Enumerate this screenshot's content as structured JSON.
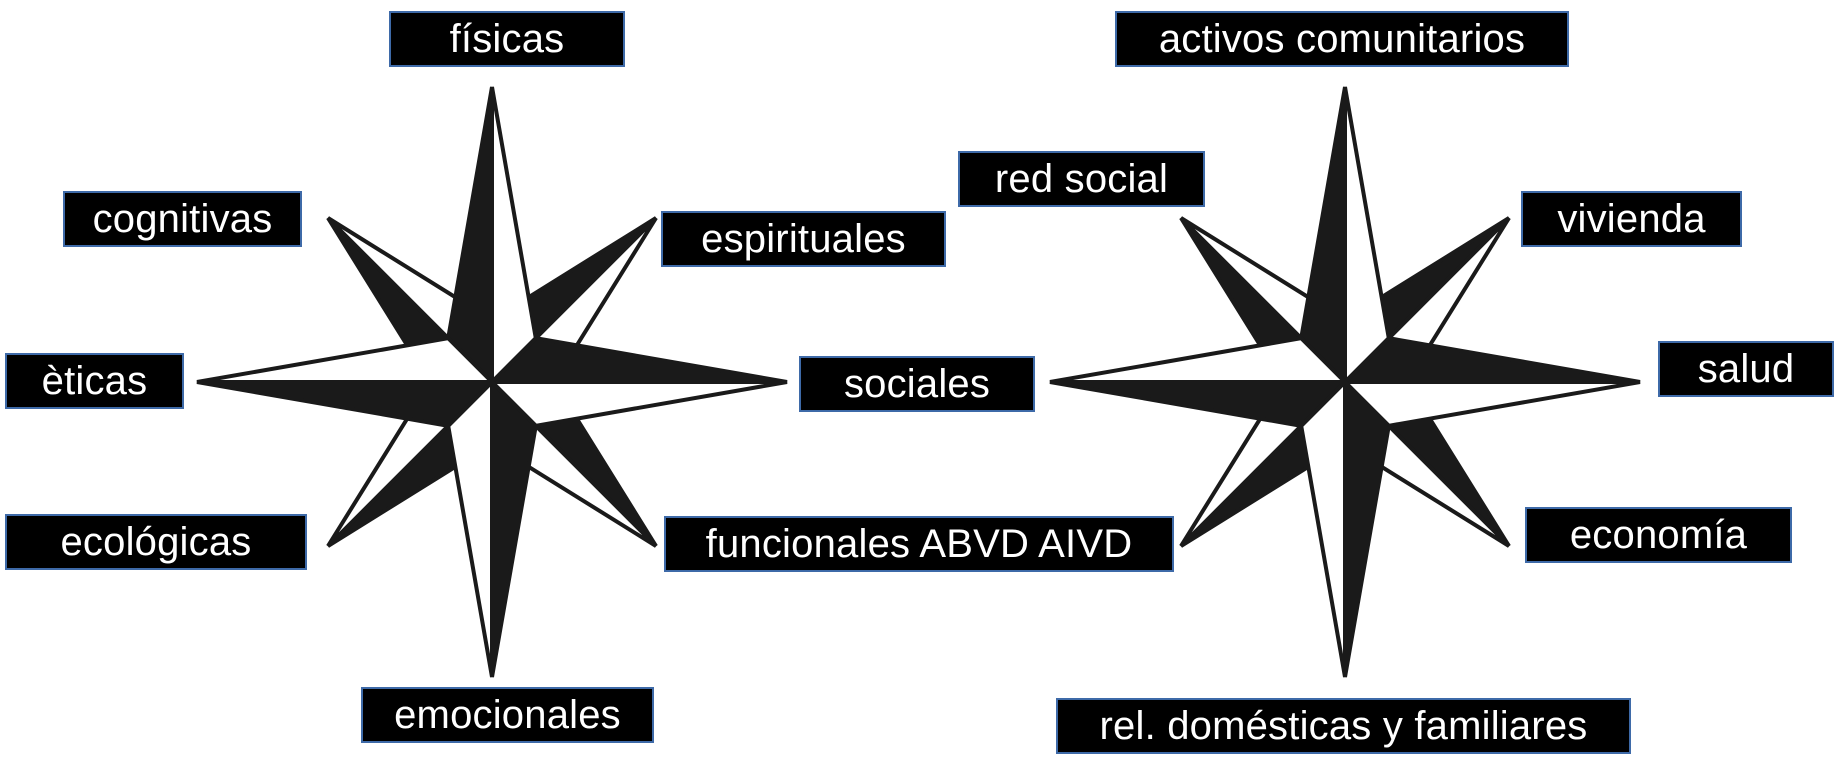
{
  "diagram": {
    "left_compass": {
      "labels": {
        "top": "físicas",
        "upper_left": "cognitivas",
        "upper_right": "espirituales",
        "left": "èticas",
        "right": "sociales",
        "lower_left": "ecológicas",
        "lower_right": "funcionales ABVD AIVD",
        "bottom": "emocionales"
      }
    },
    "right_compass": {
      "labels": {
        "top": "activos comunitarios",
        "upper_left": "red social",
        "upper_right": "vivienda",
        "right": "salud",
        "lower_right": "economía",
        "bottom": "rel. domésticas y familiares"
      }
    },
    "colors": {
      "label_bg": "#000000",
      "label_text": "#ffffff",
      "label_border": "#3e6aa8",
      "star": "#1a1a1a"
    }
  }
}
